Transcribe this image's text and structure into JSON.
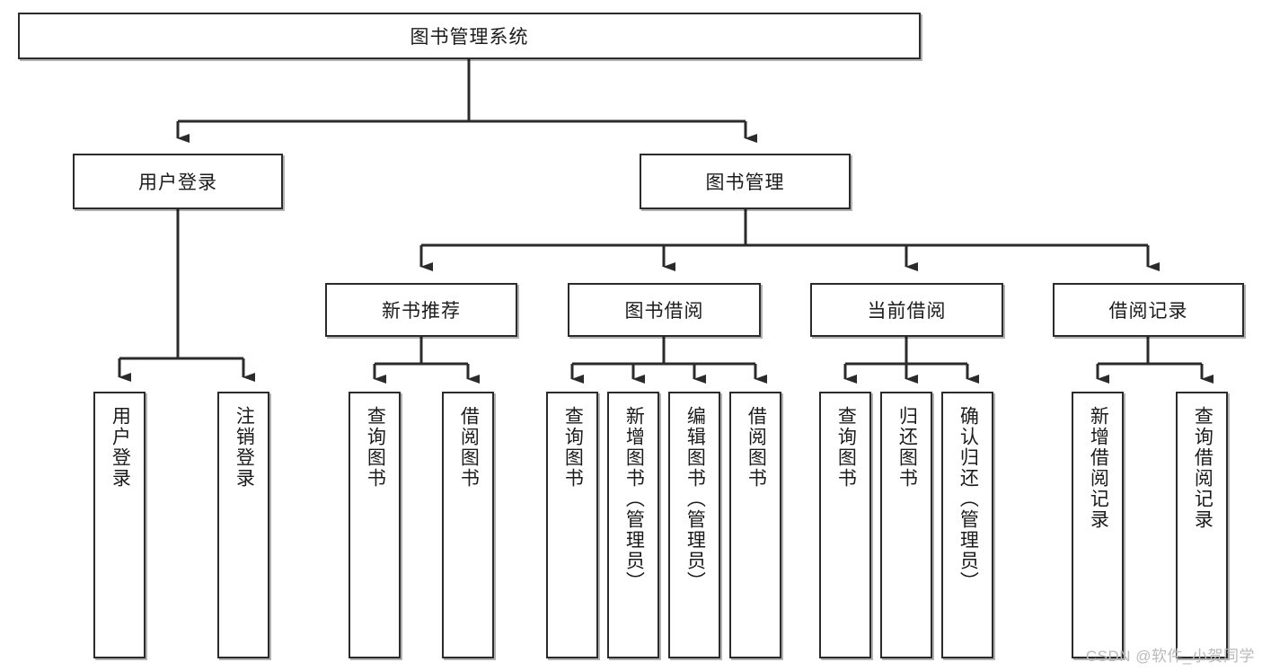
{
  "diagram": {
    "title": "图书管理系统",
    "type": "tree-hierarchy",
    "watermark": "CSDN @软件_小贺同学",
    "colors": {
      "box_border": "#2b2b2b",
      "box_fill": "#ffffff",
      "connector": "#2b2b2b",
      "text": "#1b1b1b",
      "watermark": "#b9b9b9"
    },
    "nodes": {
      "root": {
        "label": "图书管理系统",
        "orientation": "horizontal"
      },
      "level2": [
        {
          "label": "用户登录",
          "orientation": "horizontal"
        },
        {
          "label": "图书管理",
          "orientation": "horizontal"
        }
      ],
      "level3": [
        {
          "label": "新书推荐",
          "orientation": "horizontal"
        },
        {
          "label": "图书借阅",
          "orientation": "horizontal"
        },
        {
          "label": "当前借阅",
          "orientation": "horizontal"
        },
        {
          "label": "借阅记录",
          "orientation": "horizontal"
        }
      ],
      "leaves": [
        {
          "label": "用户登录",
          "orientation": "vertical",
          "parent": "用户登录"
        },
        {
          "label": "注销登录",
          "orientation": "vertical",
          "parent": "用户登录"
        },
        {
          "label": "查询图书",
          "orientation": "vertical",
          "parent": "新书推荐"
        },
        {
          "label": "借阅图书",
          "orientation": "vertical",
          "parent": "新书推荐"
        },
        {
          "label": "查询图书",
          "orientation": "vertical",
          "parent": "图书借阅"
        },
        {
          "label": "新增图书（管理员）",
          "orientation": "vertical",
          "parent": "图书借阅"
        },
        {
          "label": "编辑图书（管理员）",
          "orientation": "vertical",
          "parent": "图书借阅"
        },
        {
          "label": "借阅图书",
          "orientation": "vertical",
          "parent": "图书借阅"
        },
        {
          "label": "查询图书",
          "orientation": "vertical",
          "parent": "当前借阅"
        },
        {
          "label": "归还图书",
          "orientation": "vertical",
          "parent": "当前借阅"
        },
        {
          "label": "确认归还（管理员）",
          "orientation": "vertical",
          "parent": "当前借阅"
        },
        {
          "label": "新增借阅记录",
          "orientation": "vertical",
          "parent": "借阅记录"
        },
        {
          "label": "查询借阅记录",
          "orientation": "vertical",
          "parent": "借阅记录"
        }
      ]
    }
  }
}
